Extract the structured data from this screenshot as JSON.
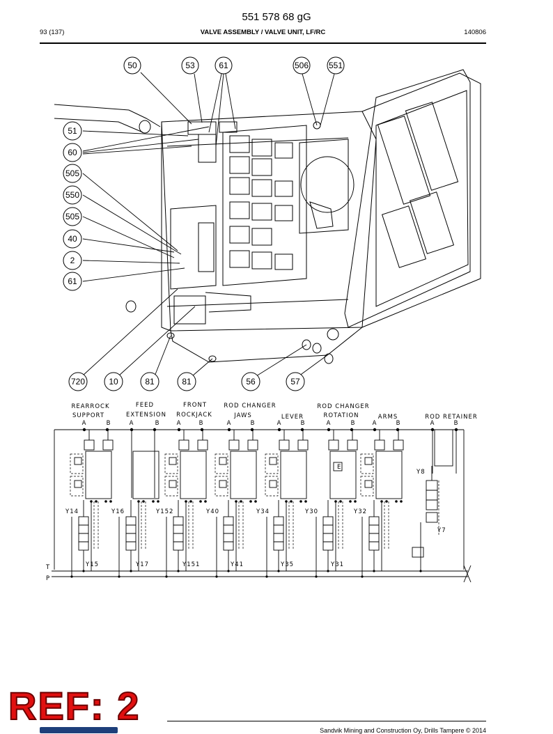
{
  "header": {
    "doc_number": "551 578 68 gG",
    "page": "93 (137)",
    "title": "VALVE ASSEMBLY / VALVE UNIT, LF/RC",
    "date_code": "140806"
  },
  "callouts_top": [
    "50",
    "53",
    "61",
    "506",
    "551"
  ],
  "callouts_left": [
    "51",
    "60",
    "505",
    "550",
    "505",
    "40",
    "2",
    "61"
  ],
  "callouts_bottom": [
    "720",
    "10",
    "81",
    "81",
    "56",
    "57"
  ],
  "schematic": {
    "sections": [
      {
        "name1": "REARROCK",
        "name2": "SUPPORT",
        "a": "A",
        "b": "B",
        "top_label": "Y14",
        "bottom_label": "Y15"
      },
      {
        "name1": "FEED",
        "name2": "EXTENSION",
        "a": "A",
        "b": "B",
        "top_label": "Y16",
        "bottom_label": "Y17"
      },
      {
        "name1": "FRONT",
        "name2": "ROCKJACK",
        "a": "A",
        "b": "B",
        "top_label": "Y152",
        "bottom_label": "Y151"
      },
      {
        "name1": "ROD CHANGER",
        "name2": "JAWS",
        "a": "A",
        "b": "B",
        "top_label": "Y40",
        "bottom_label": "Y41"
      },
      {
        "name1": "",
        "name2": "LEVER",
        "a": "A",
        "b": "B",
        "top_label": "Y34",
        "bottom_label": "Y35"
      },
      {
        "name1": "ROD CHANGER",
        "name2": "ROTATION",
        "a": "A",
        "b": "B",
        "top_label": "Y30",
        "bottom_label": "Y31"
      },
      {
        "name1": "",
        "name2": "ARMS",
        "a": "A",
        "b": "B",
        "top_label": "Y32",
        "bottom_label": ""
      },
      {
        "name1": "",
        "name2": "ROD RETAINER",
        "a": "A",
        "b": "B",
        "top_label": "Y8",
        "bottom_label": "Y7"
      }
    ],
    "box_label": "E",
    "line_t": "T",
    "line_p": "P"
  },
  "footer": {
    "copyright": "Sandvik Mining and Construction Oy, Drills Tampere © 2014",
    "ref_stamp": "REF: 2"
  }
}
